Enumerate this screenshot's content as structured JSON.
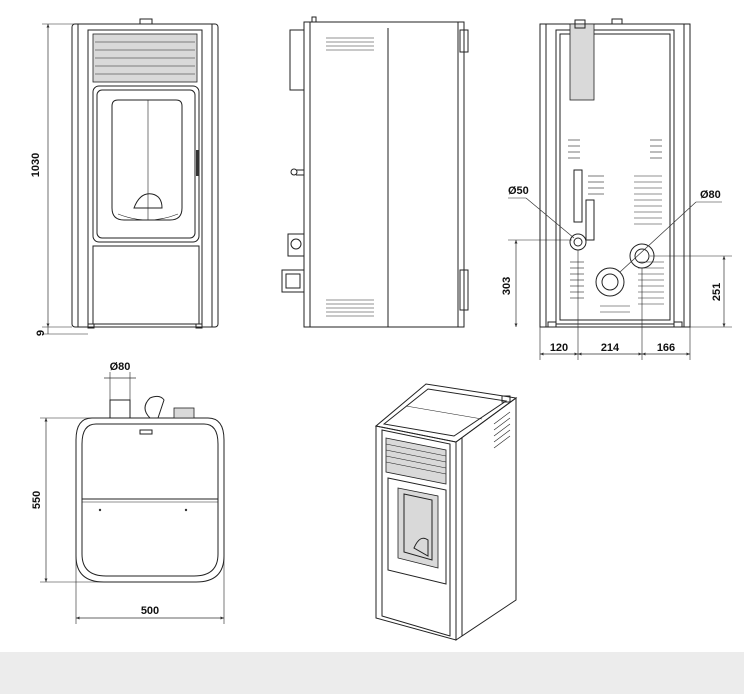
{
  "dimensions": {
    "height_total": "1030",
    "feet": "9",
    "outlet_diameter_top": "Ø80",
    "inlet_diameter": "Ø50",
    "outlet_diameter_rear": "Ø80",
    "inlet_height": "303",
    "outlet_height": "251",
    "rear_offset_left": "120",
    "rear_spacing": "214",
    "rear_offset_right": "166",
    "depth": "550",
    "width": "500"
  },
  "colors": {
    "line": "#222222",
    "panel": "#d9d9d9",
    "footer": "#ececec"
  }
}
